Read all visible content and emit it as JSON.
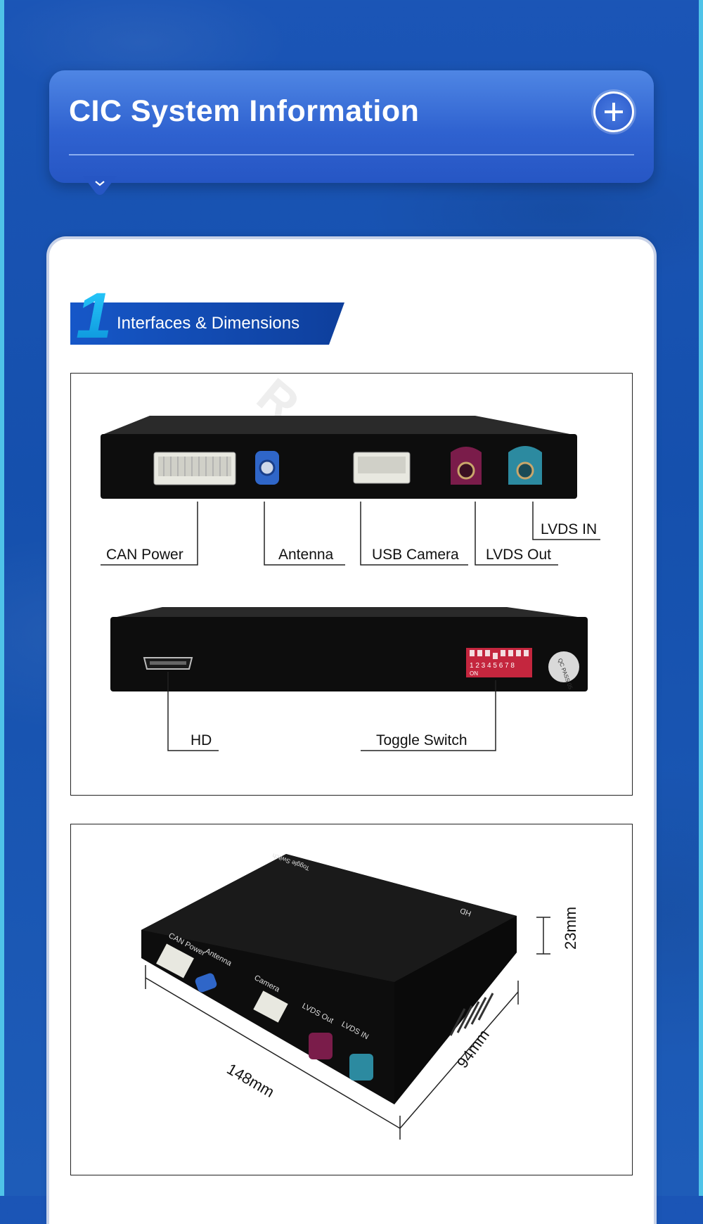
{
  "header": {
    "title": "CIC System Information",
    "expand_icon": "plus-circle-icon",
    "chevron_icon": "chevron-down-icon"
  },
  "section": {
    "number": "1",
    "title": "Interfaces & Dimensions"
  },
  "front_view": {
    "labels": {
      "can_power": "CAN Power",
      "antenna": "Antenna",
      "usb_camera": "USB Camera",
      "lvds_out": "LVDS Out",
      "lvds_in": "LVDS IN"
    }
  },
  "back_view": {
    "labels": {
      "hd": "HD",
      "toggle_switch": "Toggle Switch"
    },
    "dip_numbers": "1 2 3 4 5 6 7 8",
    "dip_on": "ON",
    "qc_sticker": "QC PASS 05"
  },
  "dimension_view": {
    "length": "148mm",
    "width": "94mm",
    "height": "23mm",
    "device_labels": {
      "can_power": "CAN Power",
      "antenna": "Antenna",
      "camera": "Camera",
      "lvds_out": "LVDS Out",
      "lvds_in": "LVDS IN",
      "hd": "HD",
      "toggle": "Toggle Switch"
    }
  },
  "colors": {
    "background": "#1550ad",
    "header": "#2f62d0",
    "accent_cyan": "#19b8ef",
    "edge": "#4fc3e8"
  }
}
